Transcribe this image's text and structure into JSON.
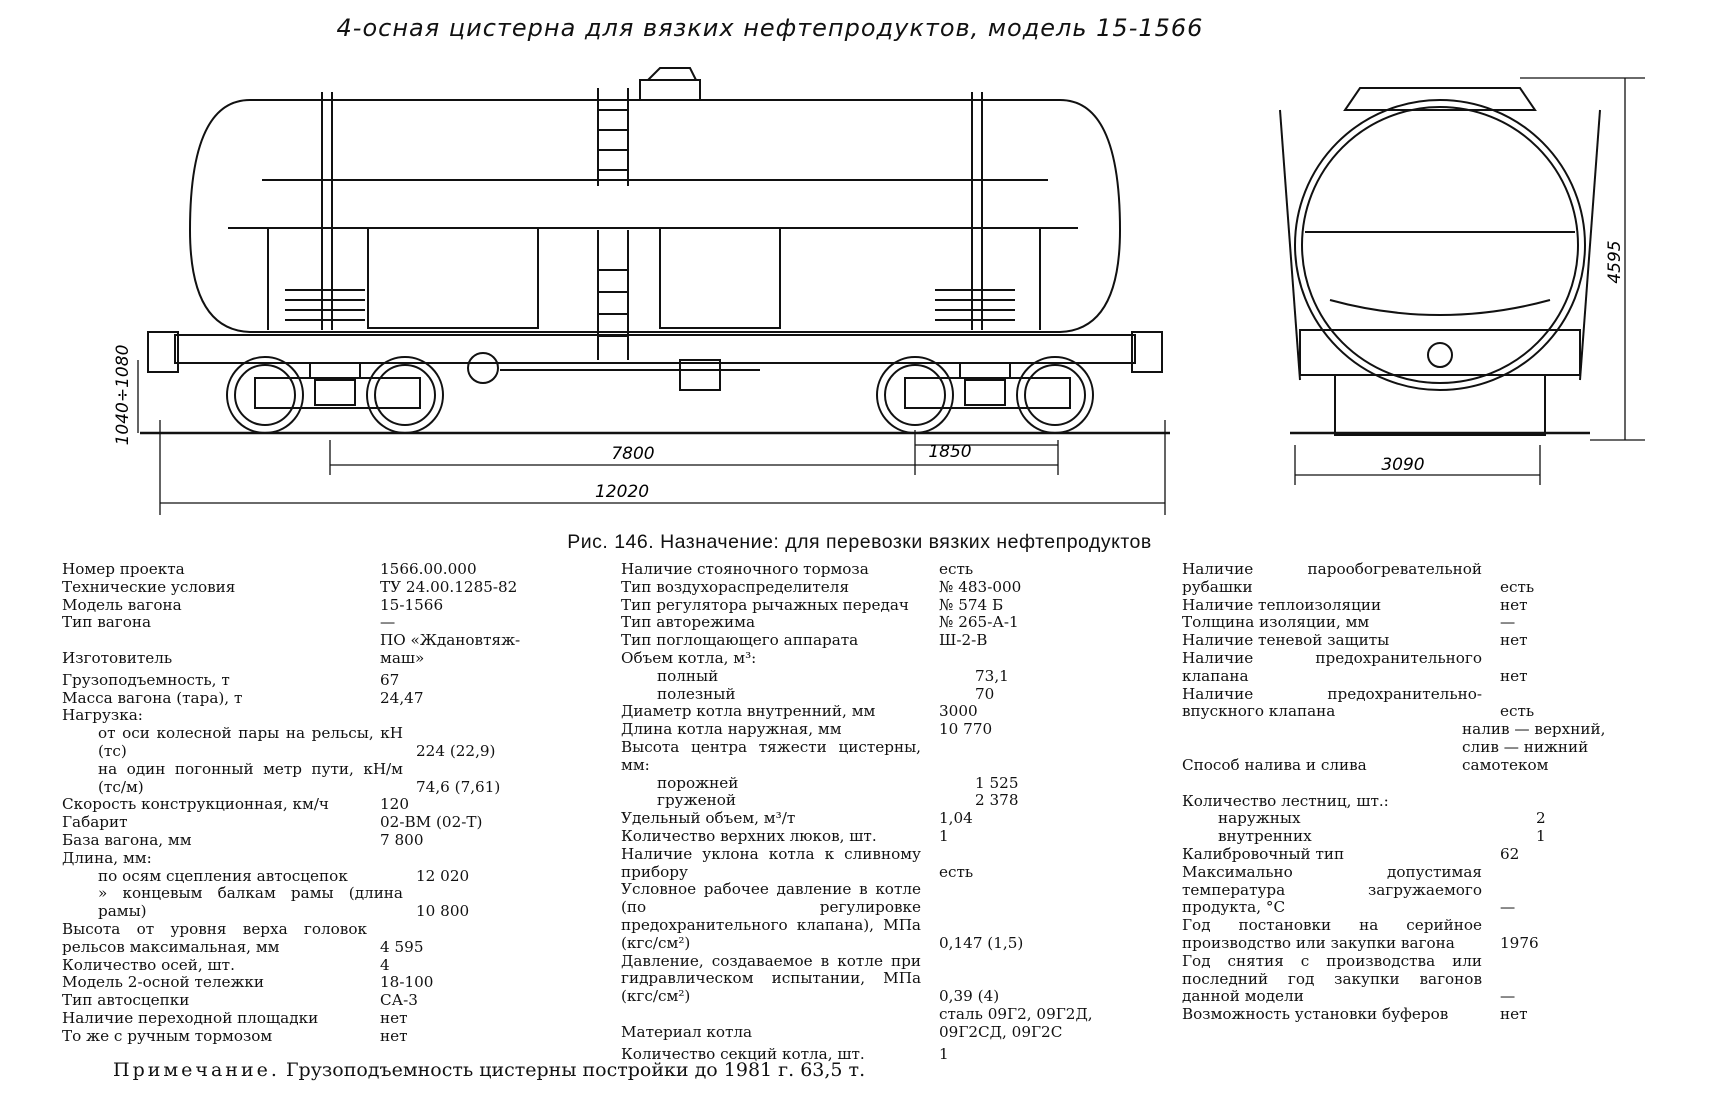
{
  "title": "4-осная цистерна для вязких нефтепродуктов, модель 15-1566",
  "dimensions": {
    "height_side": "1040÷1080",
    "base": "7800",
    "bogie_base": "1850",
    "length": "12020",
    "height": "4595",
    "width": "3090"
  },
  "caption": "Рис. 146. Назначение: для перевозки вязких нефтепродуктов",
  "col1": [
    {
      "label": "Номер проекта",
      "value": "1566.00.000"
    },
    {
      "label": "Технические условия",
      "value": "ТУ 24.00.1285-82"
    },
    {
      "label": "Модель вагона",
      "value": "15-1566"
    },
    {
      "label": "Тип вагона",
      "value": "—"
    },
    {
      "label": "Изготовитель",
      "value": "ПО «Ждановтяж-\nмаш»"
    },
    {
      "label": "Грузоподъемность, т",
      "value": "67"
    },
    {
      "label": "Масса вагона (тара), т",
      "value": "24,47"
    },
    {
      "label": "Нагрузка:",
      "value": ""
    },
    {
      "label": "от оси колесной пары на рельсы, кН (тс)",
      "value": "224 (22,9)"
    },
    {
      "label": "на один погонный метр пути, кН/м (тс/м)",
      "value": "74,6 (7,61)"
    },
    {
      "label": "Скорость конструкционная, км/ч",
      "value": "120"
    },
    {
      "label": "Габарит",
      "value": "02-ВМ (02-Т)"
    },
    {
      "label": "База вагона, мм",
      "value": "7 800"
    },
    {
      "label": "Длина, мм:",
      "value": ""
    },
    {
      "label": "по осям сцепления автосцепок",
      "value": "12 020"
    },
    {
      "label": "» концевым балкам рамы (длина рамы)",
      "value": "10 800"
    },
    {
      "label": "Высота от уровня верха головок рельсов максимальная, мм",
      "value": "4 595"
    },
    {
      "label": "Количество осей, шт.",
      "value": "4"
    },
    {
      "label": "Модель 2-осной тележки",
      "value": "18-100"
    },
    {
      "label": "Тип автосцепки",
      "value": "СА-3"
    },
    {
      "label": "Наличие переходной площадки",
      "value": "нет"
    },
    {
      "label": "То же с ручным тормозом",
      "value": "нет"
    }
  ],
  "col2": [
    {
      "label": "Наличие стояночного тормоза",
      "value": "есть"
    },
    {
      "label": "Тип воздухораспределителя",
      "value": "№ 483-000"
    },
    {
      "label": "Тип регулятора рычажных передач",
      "value": "№ 574 Б"
    },
    {
      "label": "Тип авторежима",
      "value": "№ 265-А-1"
    },
    {
      "label": "Тип поглощающего аппарата",
      "value": "Ш-2-В"
    },
    {
      "label": "Объем котла, м³:",
      "value": ""
    },
    {
      "label": "полный",
      "value": "73,1"
    },
    {
      "label": "полезный",
      "value": "70"
    },
    {
      "label": "Диаметр котла внутренний, мм",
      "value": "3000"
    },
    {
      "label": "Длина котла наружная, мм",
      "value": "10 770"
    },
    {
      "label": "Высота центра тяжести цистерны, мм:",
      "value": ""
    },
    {
      "label": "порожней",
      "value": "1 525"
    },
    {
      "label": "груженой",
      "value": "2 378"
    },
    {
      "label": "Удельный объем, м³/т",
      "value": "1,04"
    },
    {
      "label": "Количество верхних люков, шт.",
      "value": "1"
    },
    {
      "label": "Наличие уклона котла к сливному прибору",
      "value": "есть"
    },
    {
      "label": "Условное рабочее давление в котле (по регулировке предохранительного клапана), МПа (кгс/см²)",
      "value": "0,147 (1,5)"
    },
    {
      "label": "Давление, создаваемое в котле при гидравлическом испытании, МПа (кгс/см²)",
      "value": "0,39 (4)"
    },
    {
      "label": "Материал котла",
      "value": "сталь 09Г2, 09Г2Д,\n09Г2СД, 09Г2С"
    },
    {
      "label": "Количество секций котла, шт.",
      "value": "1"
    }
  ],
  "col3": [
    {
      "label": "Наличие парообогревательной рубашки",
      "value": "есть"
    },
    {
      "label": "Наличие теплоизоляции",
      "value": "нет"
    },
    {
      "label": "Толщина изоляции, мм",
      "value": "—"
    },
    {
      "label": "Наличие теневой защиты",
      "value": "нет"
    },
    {
      "label": "Наличие предохранительного клапана",
      "value": "нет"
    },
    {
      "label": "Наличие предохранительно-впускного клапана",
      "value": "есть"
    },
    {
      "label": "Способ налива и слива",
      "value": "налив — верхний,\nслив — нижний самотеком"
    },
    {
      "label": "Количество лестниц, шт.:",
      "value": ""
    },
    {
      "label": "наружных",
      "value": "2"
    },
    {
      "label": "внутренних",
      "value": "1"
    },
    {
      "label": "Калибровочный тип",
      "value": "62"
    },
    {
      "label": "Максимально допустимая температура загружаемого продукта, °С",
      "value": "—"
    },
    {
      "label": "Год постановки на серийное производство или закупки вагона",
      "value": "1976"
    },
    {
      "label": "Год снятия с производства или последний год закупки вагонов данной модели",
      "value": "—"
    },
    {
      "label": "Возможность установки буферов",
      "value": "нет"
    }
  ],
  "note": {
    "label": "Примечание.",
    "text": "Грузоподъемность цистерны постройки до 1981 г. 63,5 т."
  }
}
